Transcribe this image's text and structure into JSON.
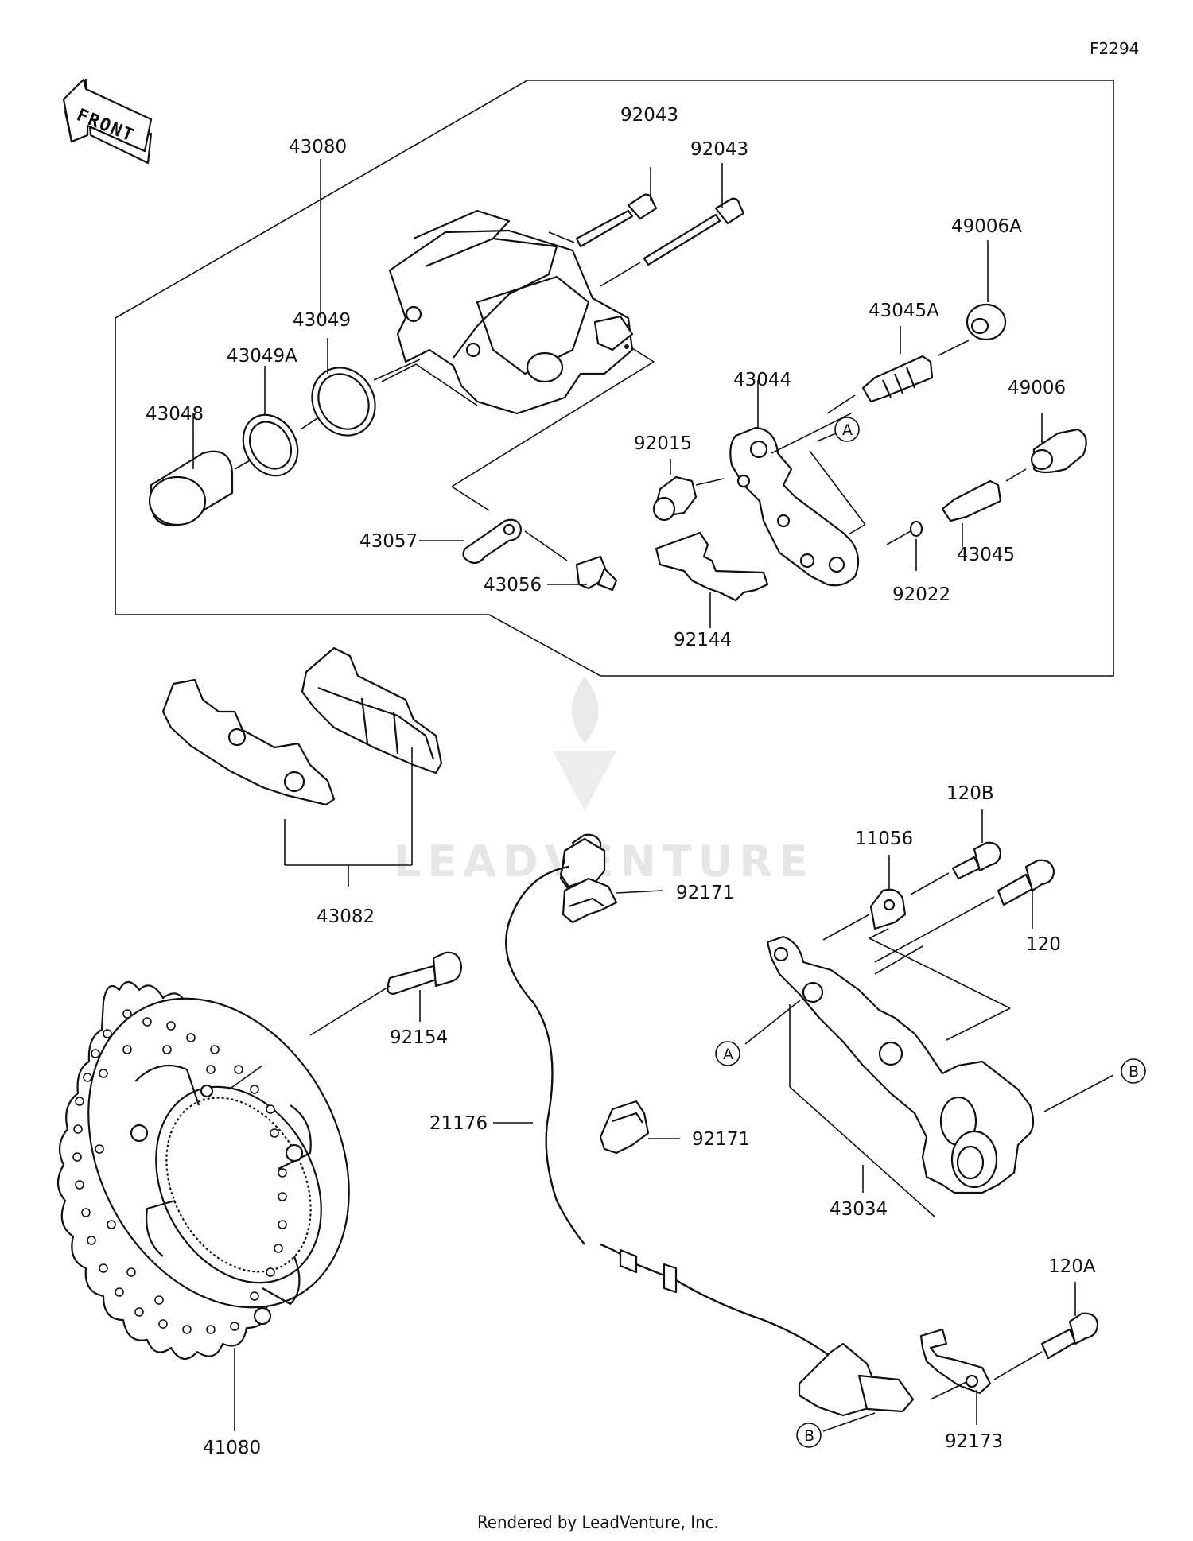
{
  "diagram_code": "F2294",
  "front_arrow_label": "FRONT",
  "watermark": "LEADVENTURE",
  "footer": "Rendered by LeadVenture, Inc.",
  "ref_markers": {
    "a": "A",
    "b": "B"
  },
  "parts": {
    "p43080": "43080",
    "p92043_a": "92043",
    "p92043_b": "92043",
    "p49006A": "49006A",
    "p43045A": "43045A",
    "p43049": "43049",
    "p43049A": "43049A",
    "p43048": "43048",
    "p43044": "43044",
    "p49006": "49006",
    "p92015": "92015",
    "p43057": "43057",
    "p43056": "43056",
    "p92022": "92022",
    "p43045": "43045",
    "p92144": "92144",
    "p43082": "43082",
    "p120B": "120B",
    "p11056": "11056",
    "p92171_a": "92171",
    "p120": "120",
    "p92154": "92154",
    "p21176": "21176",
    "p92171_b": "92171",
    "p43034": "43034",
    "p120A": "120A",
    "p41080": "41080",
    "p92173": "92173"
  }
}
